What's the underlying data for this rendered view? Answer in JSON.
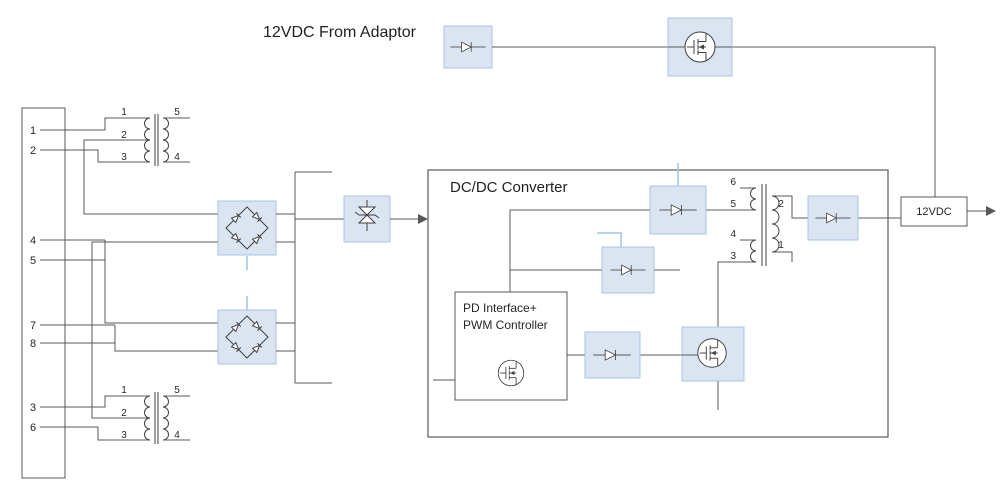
{
  "labels": {
    "adaptor": "12VDC From Adaptor",
    "converter": "DC/DC Converter",
    "pd1": "PD Interface+",
    "pd2": "PWM Controller",
    "output": "12VDC"
  },
  "connector": {
    "pins": [
      "1",
      "2",
      "4",
      "5",
      "7",
      "8",
      "3",
      "6"
    ]
  },
  "xfmr_top": {
    "p1": "1",
    "p2": "2",
    "p3": "3",
    "p5": "5",
    "p4": "4"
  },
  "xfmr_bottom": {
    "p1": "1",
    "p2": "2",
    "p3": "3",
    "p5": "5",
    "p4": "4"
  },
  "xfmr_main": {
    "p6": "6",
    "p5": "5",
    "p4": "4",
    "p3": "3",
    "p2": "2",
    "p1": "1"
  },
  "colors": {
    "block_fill": "#dbe5f1",
    "block_stroke": "#a9c4e4",
    "wire": "#595959",
    "accent_blue": "#9dc3e6"
  }
}
